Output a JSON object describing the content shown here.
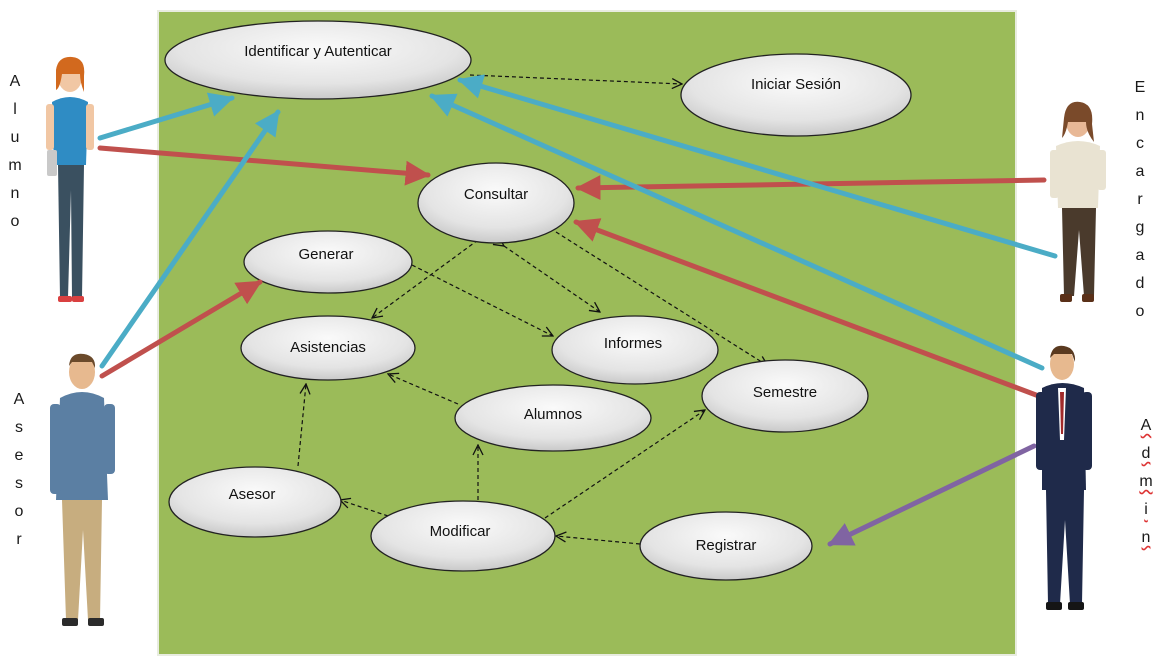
{
  "actors": {
    "alumno": "Alumno",
    "asesor": "Asesor",
    "encargado": "Encargado",
    "admin": "Admin"
  },
  "use_cases": {
    "identificar": "Identificar y Autenticar",
    "iniciar_sesion": "Iniciar Sesión",
    "consultar": "Consultar",
    "generar": "Generar",
    "asistencias": "Asistencias",
    "informes": "Informes",
    "semestre": "Semestre",
    "alumnos": "Alumnos",
    "asesor": "Asesor",
    "modificar": "Modificar",
    "registrar": "Registrar"
  },
  "colors": {
    "background": "#9bbb59",
    "ellipse_fill": "#e6e6e6",
    "blue_arrow": "#4bacc6",
    "red_arrow": "#c0504d",
    "purple_arrow": "#8064a2"
  }
}
